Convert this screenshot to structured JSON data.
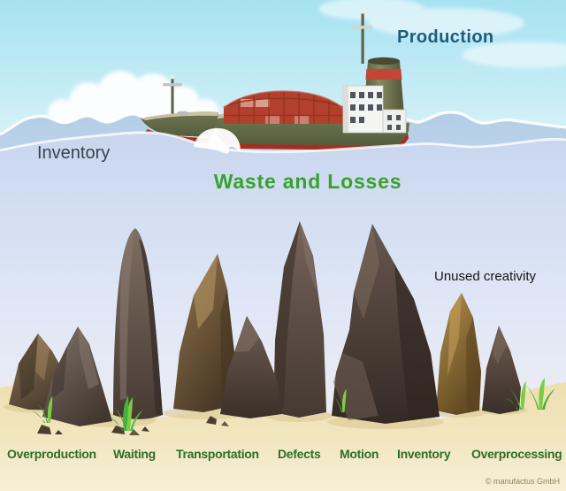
{
  "labels": {
    "production": "Production",
    "inventory_sea": "Inventory",
    "waste_title": "Waste and Losses",
    "unused_creativity": "Unused creativity",
    "copyright": "© manufactus GmbH"
  },
  "waste_labels": [
    "Overproduction",
    "Waiting",
    "Transportation",
    "Defects",
    "Motion",
    "Inventory",
    "Overprocessing"
  ],
  "scene_elements": [
    "sky",
    "clouds",
    "cargo-ship",
    "small-boat",
    "waves",
    "underwater",
    "rocks",
    "seaweed",
    "pebbles",
    "sand"
  ],
  "colors": {
    "production_text": "#1d5c80",
    "inventory_text": "#3a4150",
    "waste_title_text": "#38a22c",
    "waste_label_text": "#2c6e2a",
    "copyright_text": "#93835f",
    "sky_top": "#a6e2f1",
    "wave_band": "#b6d0e7",
    "water": "#ccd9ee",
    "sand": "#f2e6c0",
    "hull_green": "#616944",
    "hull_red": "#a82c20",
    "container_red": "#b2402c",
    "rock_dark": "#453931",
    "rock_tan": "#a5854a",
    "grass_green": "#3fae3a"
  }
}
